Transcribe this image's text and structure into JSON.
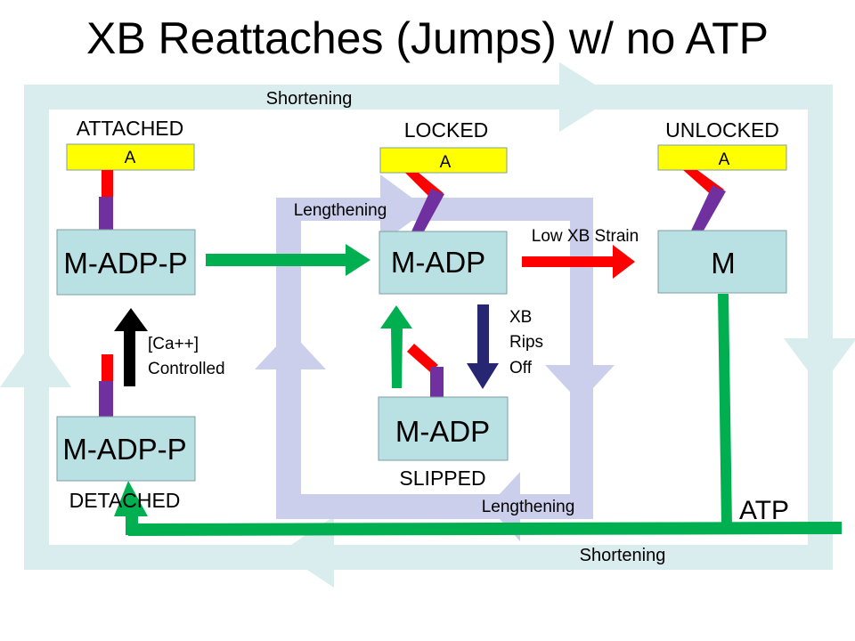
{
  "title": "XB Reattaches (Jumps) w/ no ATP",
  "colors": {
    "outer_loop": "#d9ecee",
    "inner_loop": "#cccfec",
    "box_fill": "#b9e0e3",
    "box_stroke": "#7f9ea1",
    "actin": "#ffff00",
    "red": "#ff0000",
    "purple": "#7030a0",
    "green": "#00b050",
    "navy": "#262673",
    "black": "#000000"
  },
  "outer_loop": {
    "top_label": "Shortening",
    "bottom_label": "Shortening"
  },
  "inner_loop": {
    "top_label": "Lengthening",
    "bottom_label": "Lengthening"
  },
  "states": {
    "attached": {
      "label": "ATTACHED",
      "actin": "A",
      "box": "M-ADP-P"
    },
    "locked": {
      "label": "LOCKED",
      "actin": "A",
      "box": "M-ADP"
    },
    "unlocked": {
      "label": "UNLOCKED",
      "actin": "A",
      "box": "M"
    },
    "detached": {
      "label": "DETACHED",
      "box": "M-ADP-P"
    },
    "slipped": {
      "label": "SLIPPED",
      "box": "M-ADP"
    }
  },
  "transitions": {
    "ca_controlled": [
      "[Ca++]",
      "Controlled"
    ],
    "low_strain": "Low XB Strain",
    "rips_off": [
      "XB",
      "Rips",
      "Off"
    ],
    "atp": "ATP"
  }
}
